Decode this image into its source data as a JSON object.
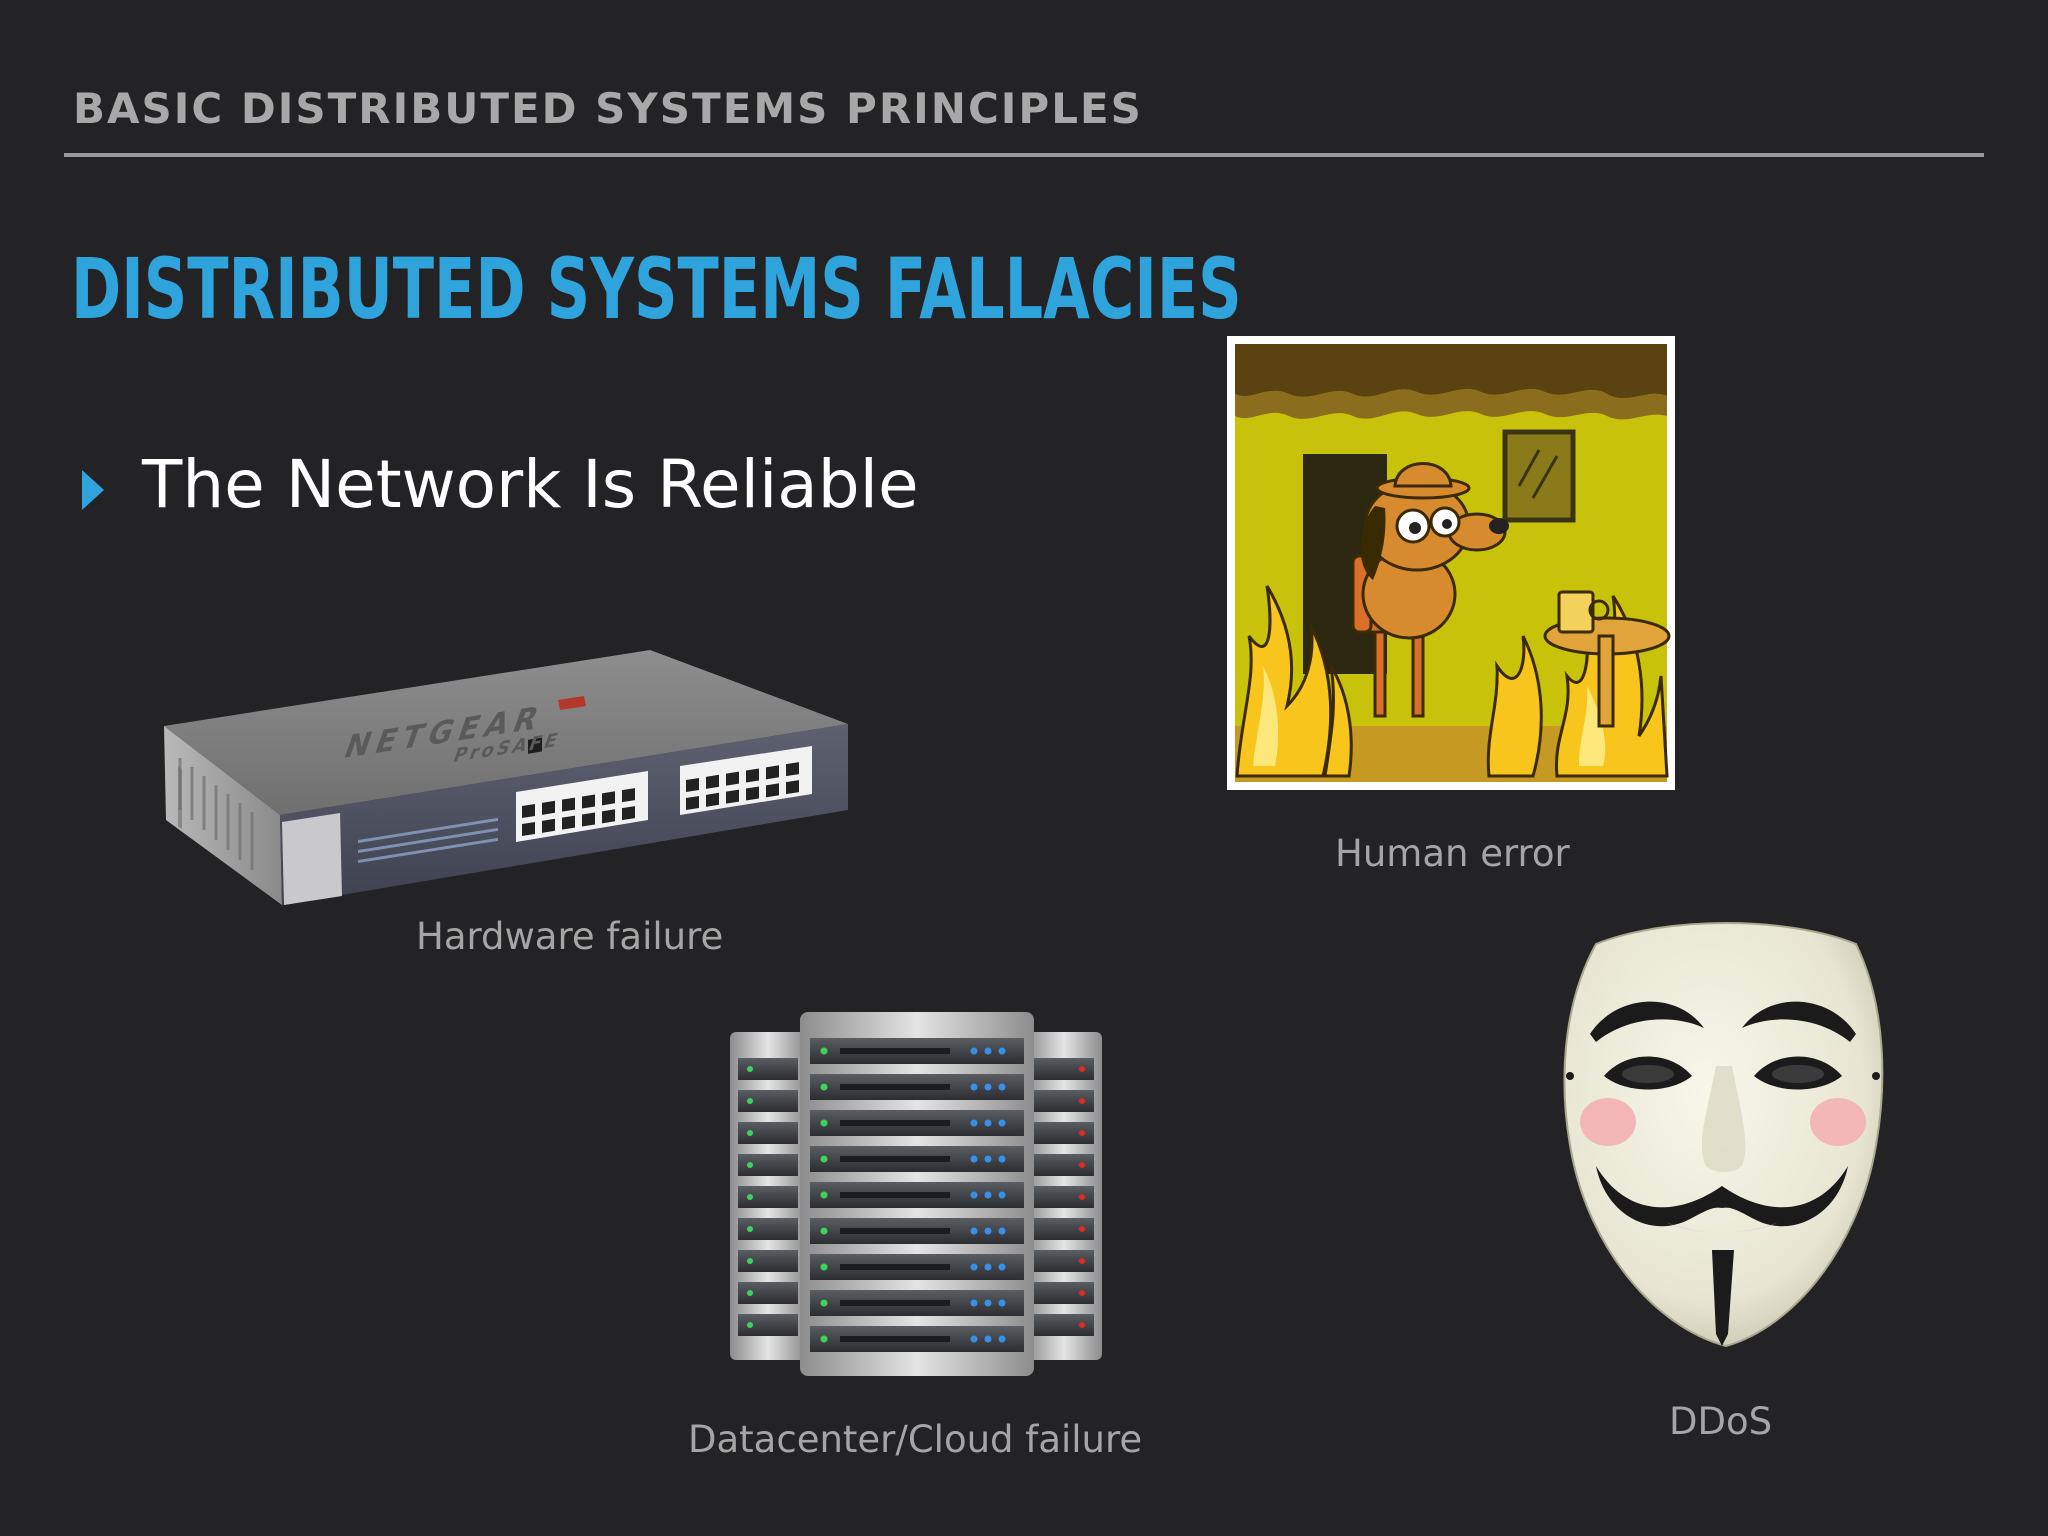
{
  "header": {
    "section_title": "BASIC DISTRIBUTED SYSTEMS PRINCIPLES"
  },
  "slide": {
    "title": "DISTRIBUTED SYSTEMS FALLACIES",
    "bullet": "The Network Is Reliable"
  },
  "figures": {
    "switch": {
      "caption": "Hardware failure",
      "brand": "NETGEAR",
      "sub_brand": "ProSAFE"
    },
    "fire_meme": {
      "caption": "Human error"
    },
    "servers": {
      "caption": "Datacenter/Cloud failure"
    },
    "mask": {
      "caption": "DDoS"
    }
  },
  "colors": {
    "background": "#232325",
    "accent": "#2fa3dc",
    "muted_text": "#a5a5a5",
    "text": "#ffffff"
  }
}
